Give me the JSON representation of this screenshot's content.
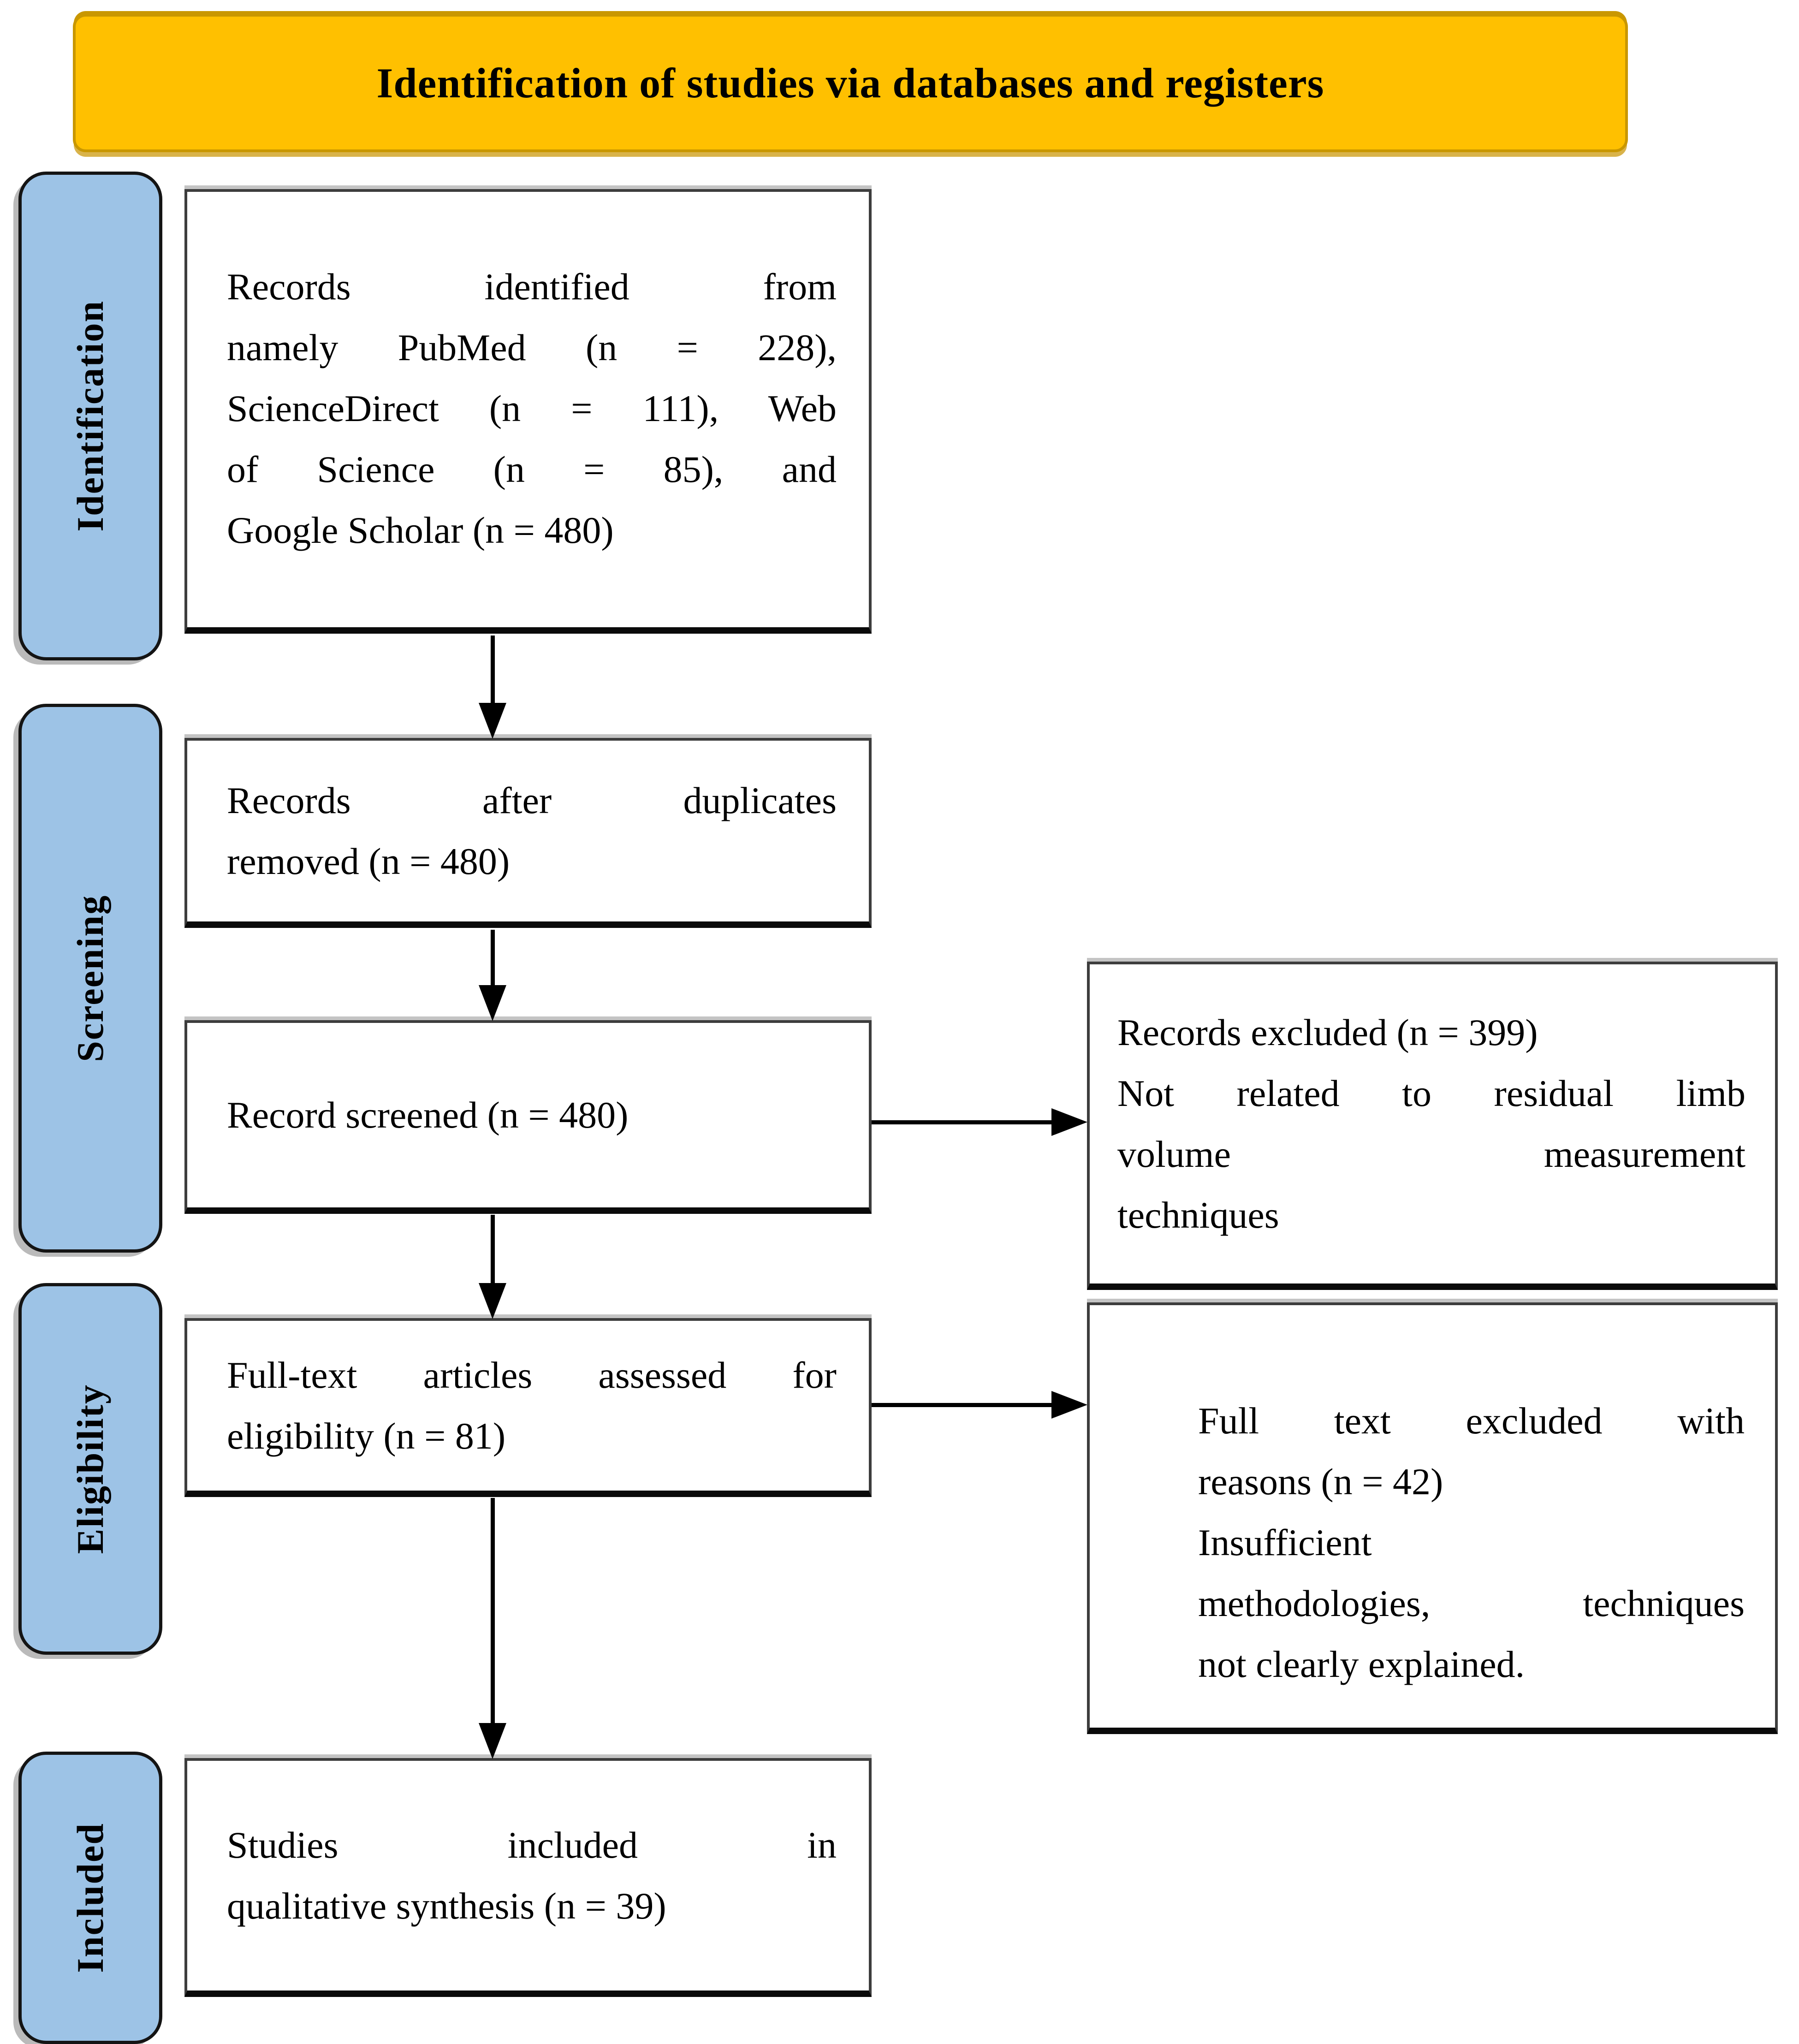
{
  "figure": {
    "title": "Identification of studies via databases and registers",
    "type": "prisma-flow-diagram"
  },
  "stages": {
    "identification": "Identification",
    "screening": "Screening",
    "eligibility": "Eligibility",
    "included": "Included"
  },
  "flow": {
    "records_identified": {
      "full_text": "Records identified from namely PubMed (n = 228), ScienceDirect (n = 111), Web of Science (n = 85), and Google Scholar (n = 480)",
      "lines": [
        "Records identified from",
        "namely PubMed (n = 228),",
        "ScienceDirect (n = 111), Web",
        "of Science (n = 85), and",
        "Google Scholar (n = 480)"
      ],
      "counts": {
        "pubmed": 228,
        "sciencedirect": 111,
        "web_of_science": 85,
        "google_scholar": 480
      }
    },
    "duplicates_removed": {
      "full_text": "Records after duplicates removed (n = 480)",
      "lines": [
        "Records after duplicates",
        "removed (n = 480)"
      ],
      "n": 480
    },
    "records_screened": {
      "full_text": "Record screened (n = 480)",
      "lines": [
        "Record screened (n = 480)"
      ],
      "n": 480
    },
    "fulltext_assessed": {
      "full_text": "Full-text articles assessed for eligibility (n = 81)",
      "lines": [
        "Full-text articles assessed for",
        "eligibility (n = 81)"
      ],
      "n": 81
    },
    "studies_included": {
      "full_text": "Studies included in qualitative synthesis (n = 39)",
      "lines": [
        "Studies included in",
        "qualitative synthesis (n = 39)"
      ],
      "n": 39
    }
  },
  "exclusions": {
    "records_excluded": {
      "full_text": "Records excluded (n = 399) Not related to residual limb volume measurement techniques",
      "lines": [
        "Records excluded (n = 399)",
        "Not related to residual limb",
        "volume measurement",
        "techniques"
      ],
      "n": 399
    },
    "fulltext_excluded": {
      "full_text": "Full text excluded with reasons (n = 42) Insufficient methodologies, techniques not clearly explained.",
      "lines": [
        "Full text excluded with",
        "reasons (n = 42)",
        "Insufficient",
        "methodologies, techniques",
        "not clearly explained."
      ],
      "n": 42
    }
  },
  "colors": {
    "header_bg": "#FFC000",
    "header_border": "#C99700",
    "stage_bg": "#9DC3E6",
    "box_bg": "#FFFFFF",
    "box_border": "#3D3D3D",
    "arrow": "#000000",
    "text": "#000000"
  }
}
